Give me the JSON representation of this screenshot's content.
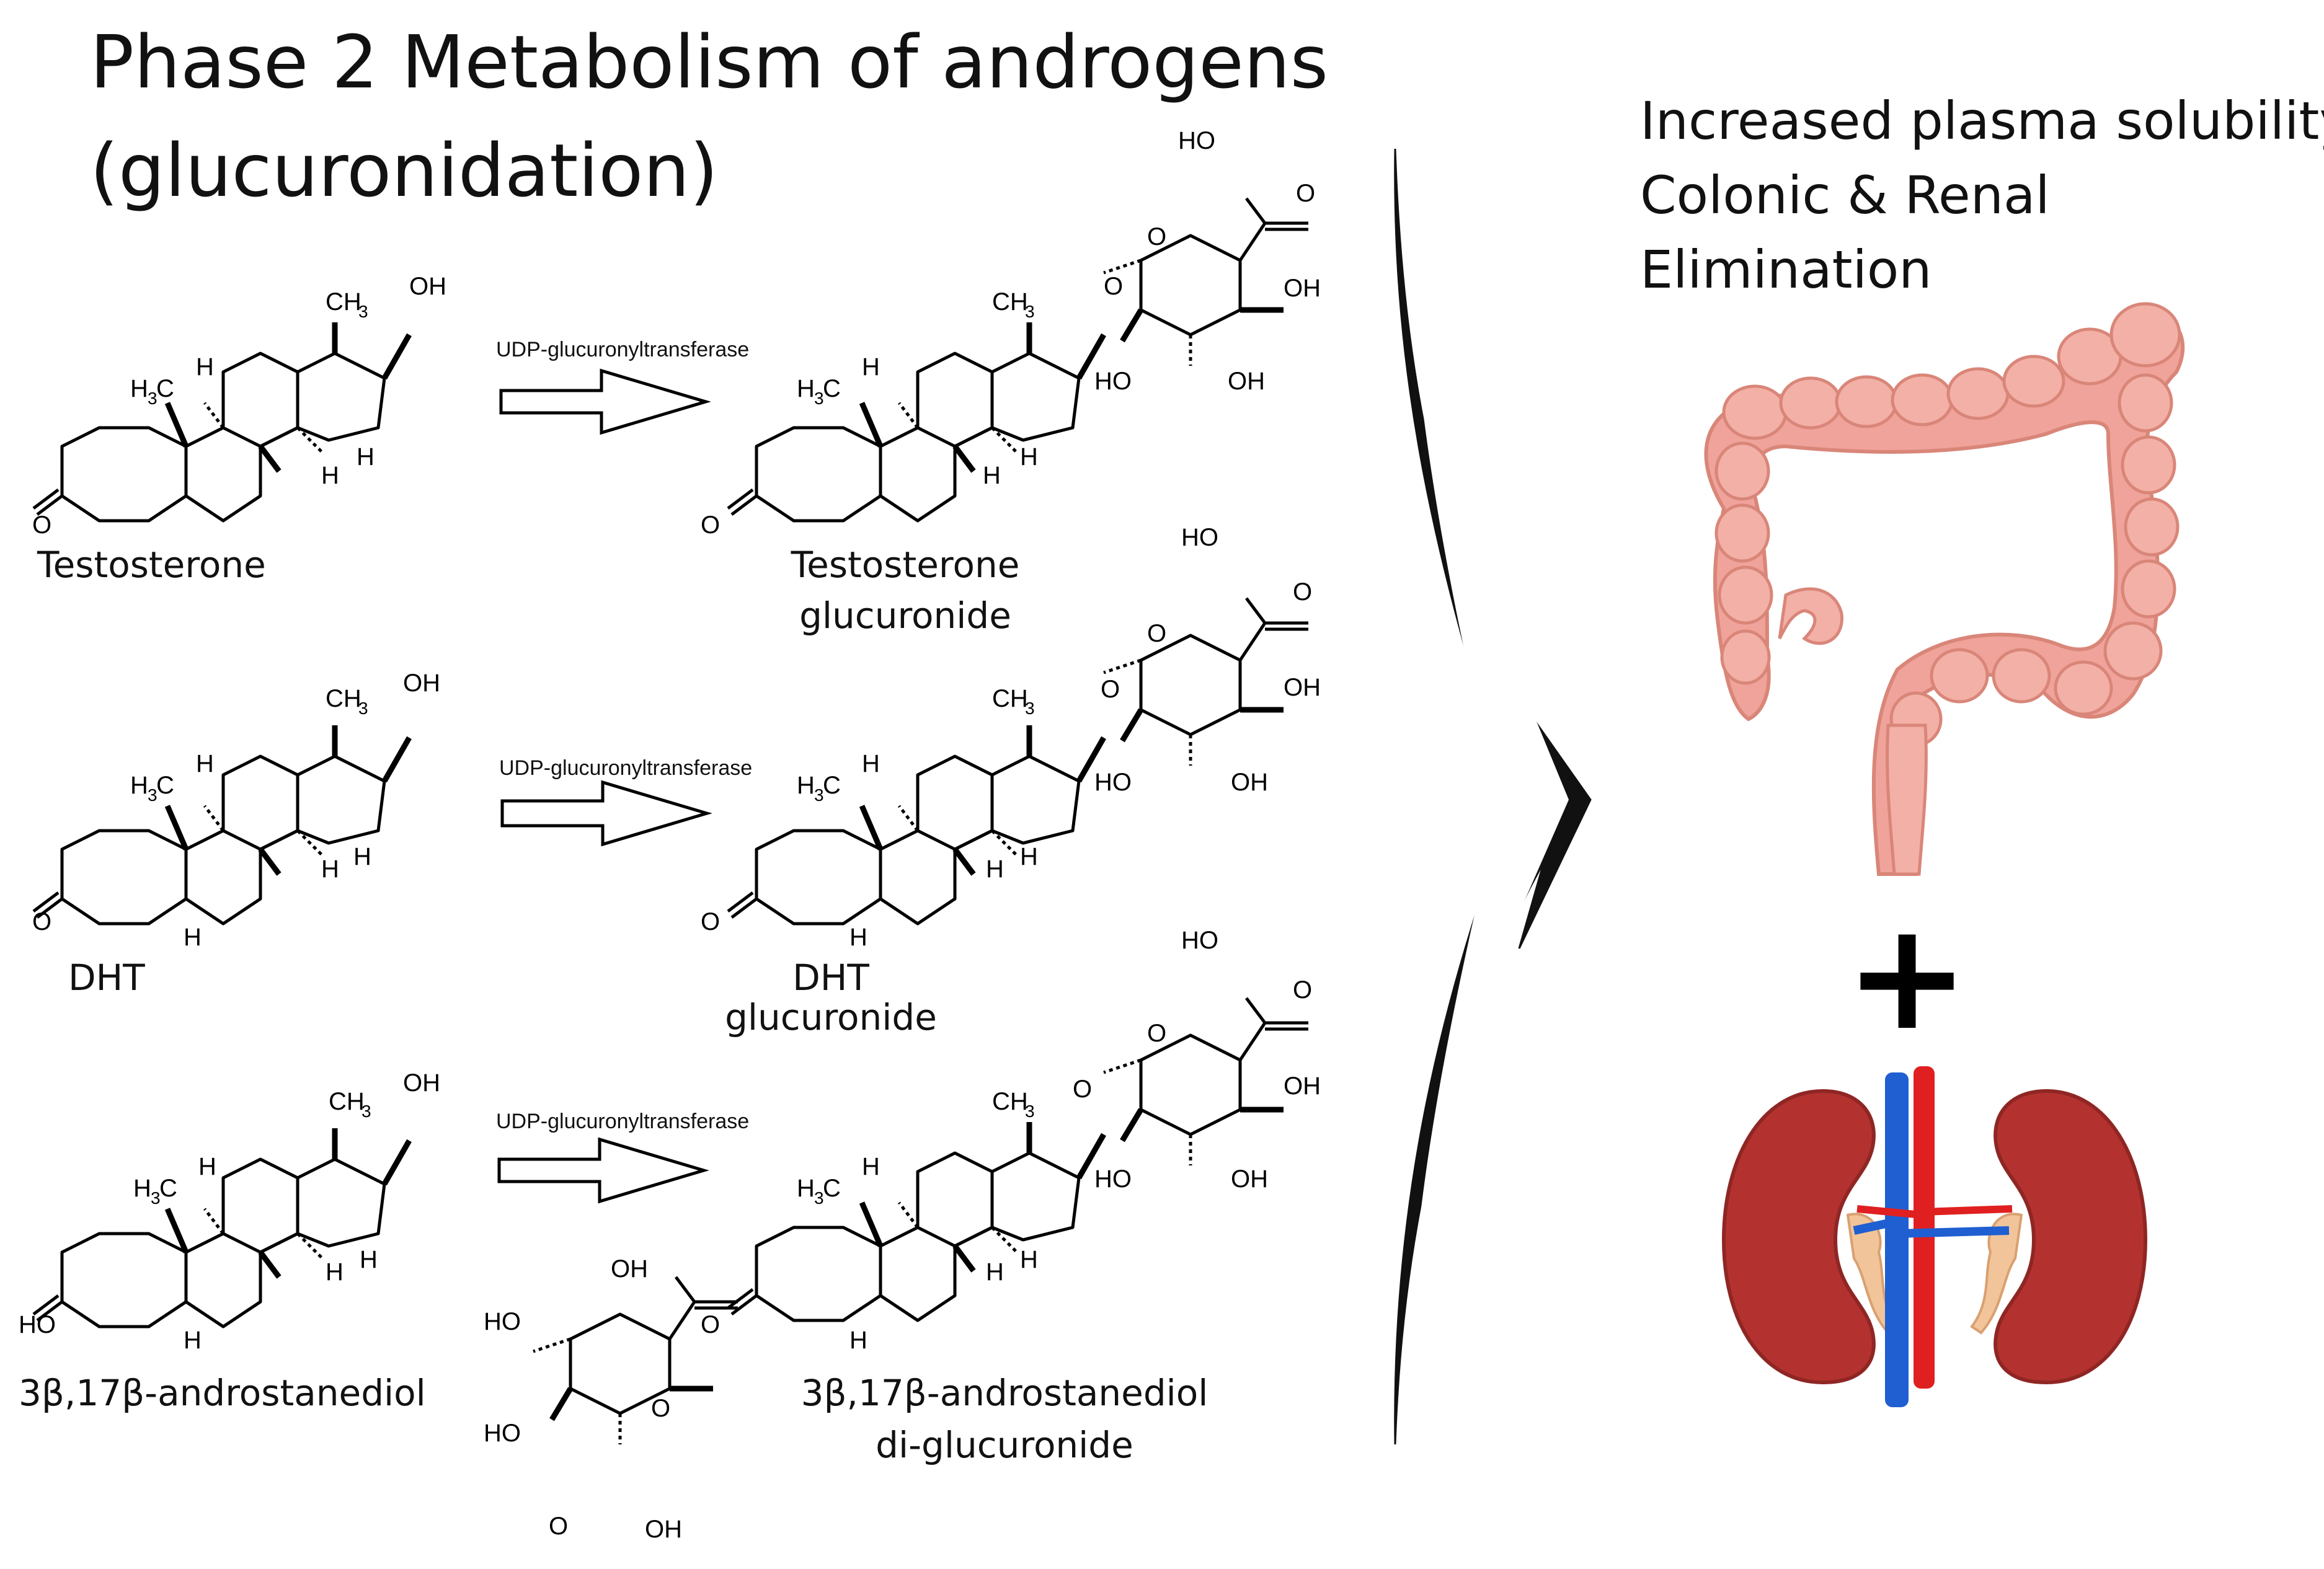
{
  "title": {
    "line1": "Phase 2 Metabolism of androgens",
    "line2": "(glucuronidation)"
  },
  "outcomes": {
    "line1": "Increased plasma solubility",
    "line2": "Colonic & Renal",
    "line3": "Elimination"
  },
  "enzyme_label": "UDP-glucuronyltransferase",
  "plus_sign": "+",
  "atoms": {
    "oh": "OH",
    "ho": "HO",
    "o": "O",
    "h": "H",
    "ch3": "CH",
    "h3c": "H",
    "c": "C",
    "sub3": "3"
  },
  "rows": [
    {
      "substrate": "Testosterone",
      "product_line1": "Testosterone",
      "product_line2": "glucuronide"
    },
    {
      "substrate": "DHT",
      "product_line1": "DHT",
      "product_line2": "glucuronide"
    },
    {
      "substrate": "3β,17β-androstanediol",
      "product_line1": "3β,17β-androstanediol",
      "product_line2": "di-glucuronide"
    }
  ],
  "colors": {
    "colon": "#f0a39a",
    "kidney": "#b3322f",
    "artery": "#e02020",
    "vein": "#1f5fd1",
    "ureter": "#f2c49a"
  },
  "icons": {
    "colon": "colon-illustration",
    "kidneys": "kidneys-illustration",
    "arrow": "outlined-reaction-arrow",
    "big_arrow": "curved-chevron-arrow"
  }
}
